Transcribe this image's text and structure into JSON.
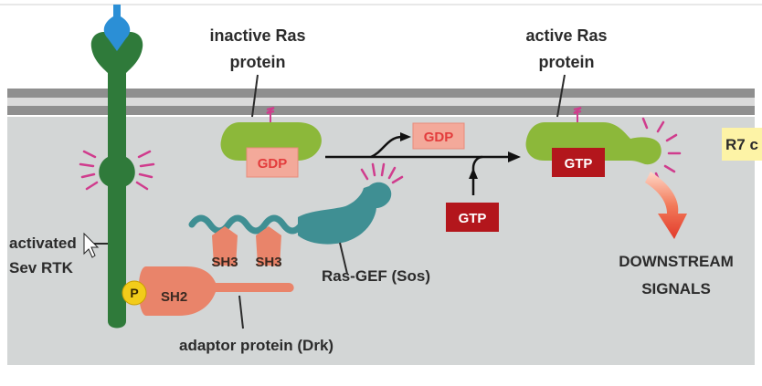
{
  "labels": {
    "inactive_ras_line1": "inactive Ras",
    "inactive_ras_line2": "protein",
    "active_ras_line1": "active Ras",
    "active_ras_line2": "protein",
    "activated_line1": "activated",
    "activated_line2": "Sev RTK",
    "ras_gef": "Ras-GEF (Sos)",
    "adaptor": "adaptor protein (Drk)",
    "downstream_line1": "DOWNSTREAM",
    "downstream_line2": "SIGNALS",
    "r7_partial": "R7 c"
  },
  "tags": {
    "gdp_bound": "GDP",
    "gdp_released": "GDP",
    "gtp_incoming": "GTP",
    "gtp_bound": "GTP",
    "sh3_left": "SH3",
    "sh3_right": "SH3",
    "sh2": "SH2",
    "phospho": "P"
  },
  "colors": {
    "membrane": "#8f8f8f",
    "cytoplasm": "#d3d6d6",
    "receptor_green": "#2f7a3a",
    "ligand_blue": "#2b8fd6",
    "ras_green": "#8cb83a",
    "gtp_red": "#b3161c",
    "gdp_pink": "#f3a99a",
    "adaptor_salmon": "#e9846a",
    "sos_teal": "#3f8f93",
    "phospho_yellow": "#f2cc1a",
    "signal_red": "#e94a35",
    "activation_magenta": "#d03c8d"
  }
}
